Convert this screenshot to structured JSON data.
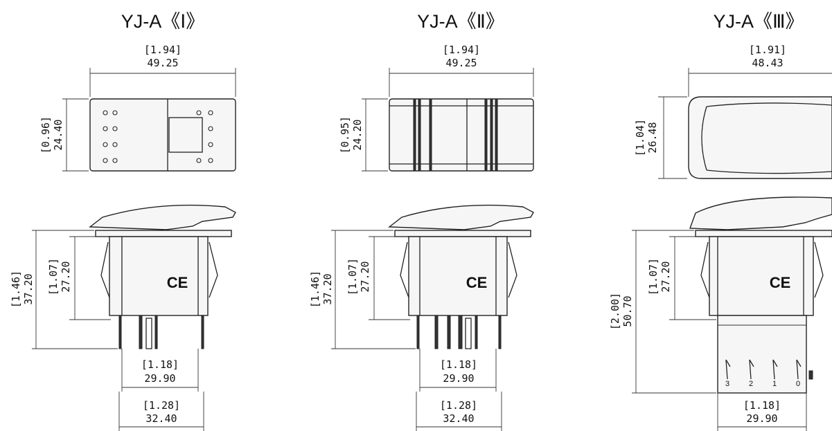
{
  "drawings": [
    {
      "title": "YJ-A《Ⅰ》",
      "top_width": {
        "inch": "[1.94]",
        "mm": "49.25"
      },
      "top_height": {
        "inch": "[0.96]",
        "mm": "24.40"
      },
      "total_height": {
        "inch": "[1.46]",
        "mm": "37.20"
      },
      "body_height": {
        "inch": "[1.07]",
        "mm": "27.20"
      },
      "inner_width": {
        "inch": "[1.18]",
        "mm": "29.90"
      },
      "outer_width": {
        "inch": "[1.28]",
        "mm": "32.40"
      },
      "mark": "CE"
    },
    {
      "title": "YJ-A《Ⅱ》",
      "top_width": {
        "inch": "[1.94]",
        "mm": "49.25"
      },
      "top_height": {
        "inch": "[0.95]",
        "mm": "24.20"
      },
      "total_height": {
        "inch": "[1.46]",
        "mm": "37.20"
      },
      "body_height": {
        "inch": "[1.07]",
        "mm": "27.20"
      },
      "inner_width": {
        "inch": "[1.18]",
        "mm": "29.90"
      },
      "outer_width": {
        "inch": "[1.28]",
        "mm": "32.40"
      },
      "mark": "CE"
    },
    {
      "title": "YJ-A《Ⅲ》",
      "top_width": {
        "inch": "[1.91]",
        "mm": "48.43"
      },
      "top_height": {
        "inch": "[1.04]",
        "mm": "26.48"
      },
      "total_height": {
        "inch": "[2.00]",
        "mm": "50.70"
      },
      "body_height": {
        "inch": "[1.07]",
        "mm": "27.20"
      },
      "inner_width": {
        "inch": "[1.18]",
        "mm": "29.90"
      },
      "mark": "CE",
      "pin_labels": [
        "3",
        "2",
        "1",
        "0"
      ]
    }
  ]
}
